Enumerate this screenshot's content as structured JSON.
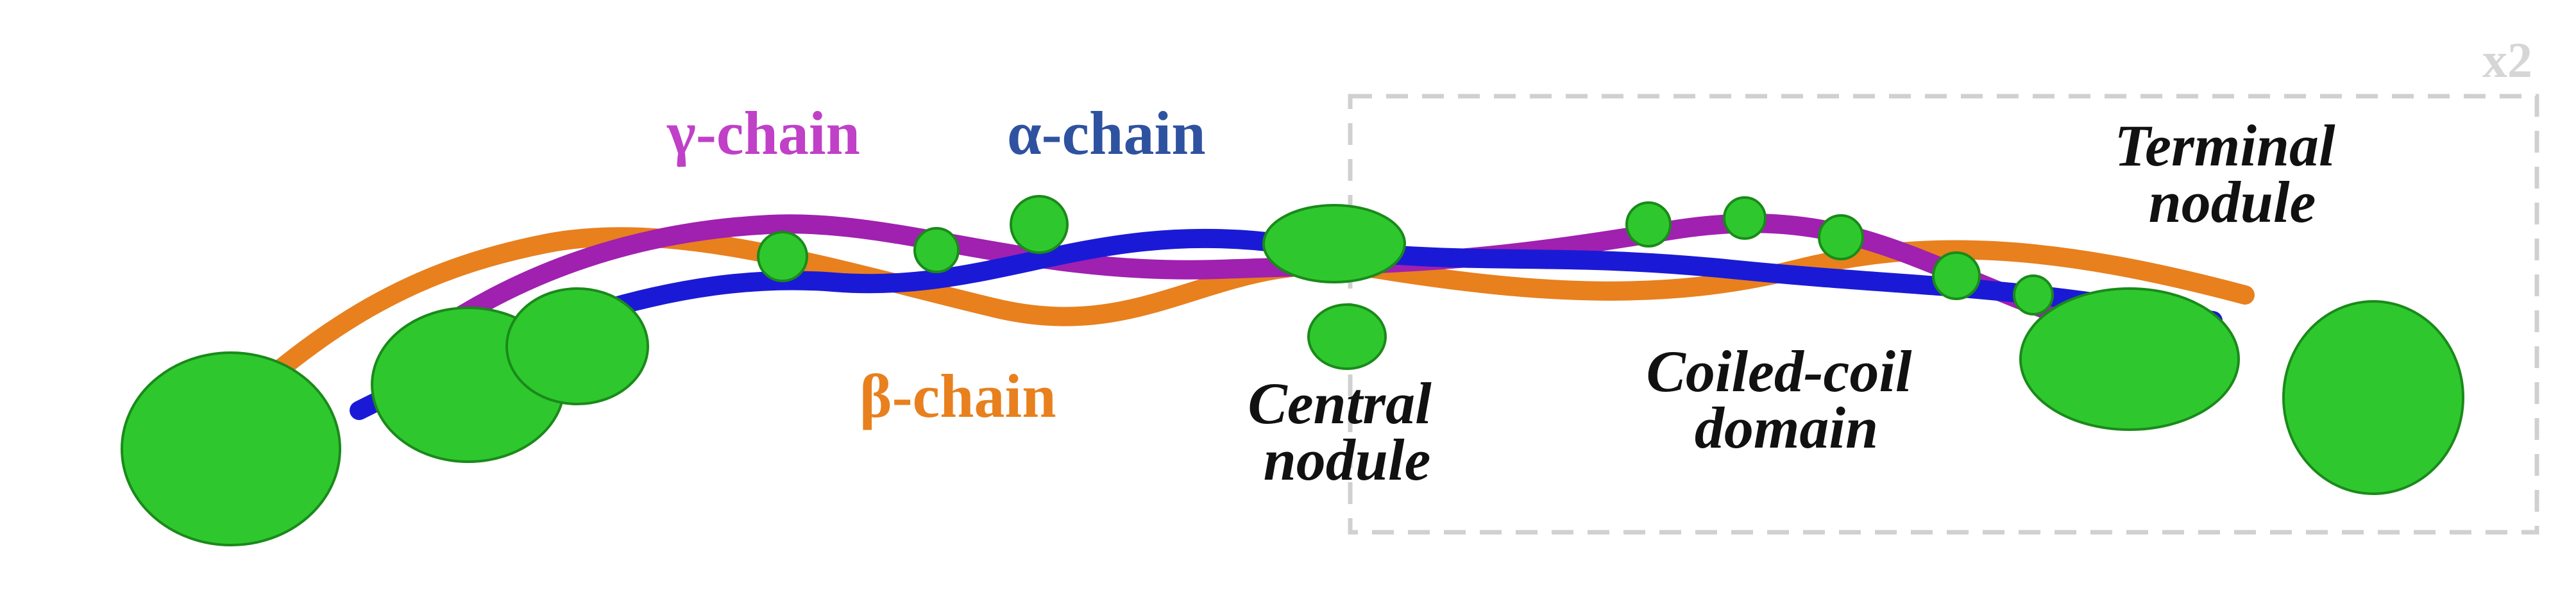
{
  "labels": {
    "gamma_chain": "γ-chain",
    "alpha_chain": "α-chain",
    "beta_chain": "β-chain",
    "multiplier": "x2",
    "central_nodule": [
      "Central",
      "nodule"
    ],
    "coiled_coil": [
      "Coiled-coil",
      "domain"
    ],
    "terminal_nodule": [
      "Terminal",
      "nodule"
    ]
  },
  "colors": {
    "gamma": "#c040c8",
    "alpha": "#2f52a0",
    "beta": "#e8801e",
    "helix_alpha": "#1a1ad6",
    "helix_gamma": "#a020b0",
    "helix_beta": "#e8801e",
    "residues": "#2ec82e",
    "residues_dark": "#1a8a1a",
    "frame": "#d0d0d0",
    "annotation_text": "#111111"
  }
}
